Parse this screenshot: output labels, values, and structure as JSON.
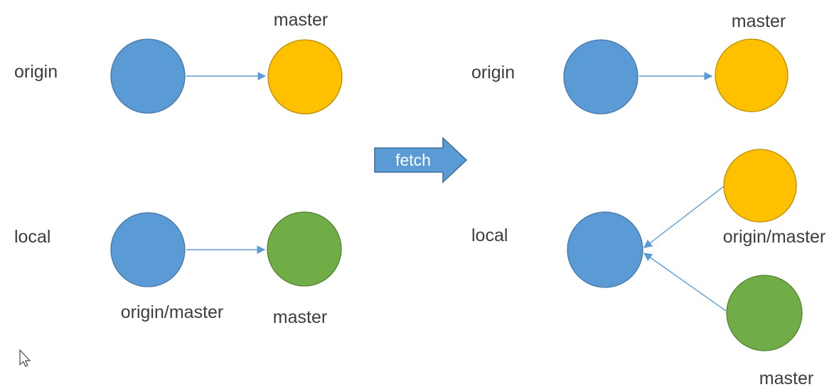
{
  "diagram": {
    "fetch_label": "fetch",
    "before": {
      "origin_row_label": "origin",
      "origin_master_label": "master",
      "local_row_label": "local",
      "local_tracking_label": "origin/master",
      "local_master_label": "master"
    },
    "after": {
      "origin_row_label": "origin",
      "origin_master_label": "master",
      "local_row_label": "local",
      "local_tracking_label": "origin/master",
      "local_master_label": "master"
    }
  },
  "colors": {
    "commit_blue": "#5B9BD5",
    "commit_blue_border": "#4577A9",
    "branch_orange": "#FFC000",
    "branch_orange_border": "#BC8C00",
    "branch_green": "#70AD47",
    "branch_green_border": "#548235",
    "connector": "#5B9BD5",
    "fetch_arrow_fill": "#5B9BD5",
    "fetch_arrow_border": "#41719C",
    "fetch_text": "#FFFFFF",
    "label_text": "#3D3D3D",
    "cursor_outline": "#44465A",
    "cursor_fill": "#FFFFFF"
  }
}
